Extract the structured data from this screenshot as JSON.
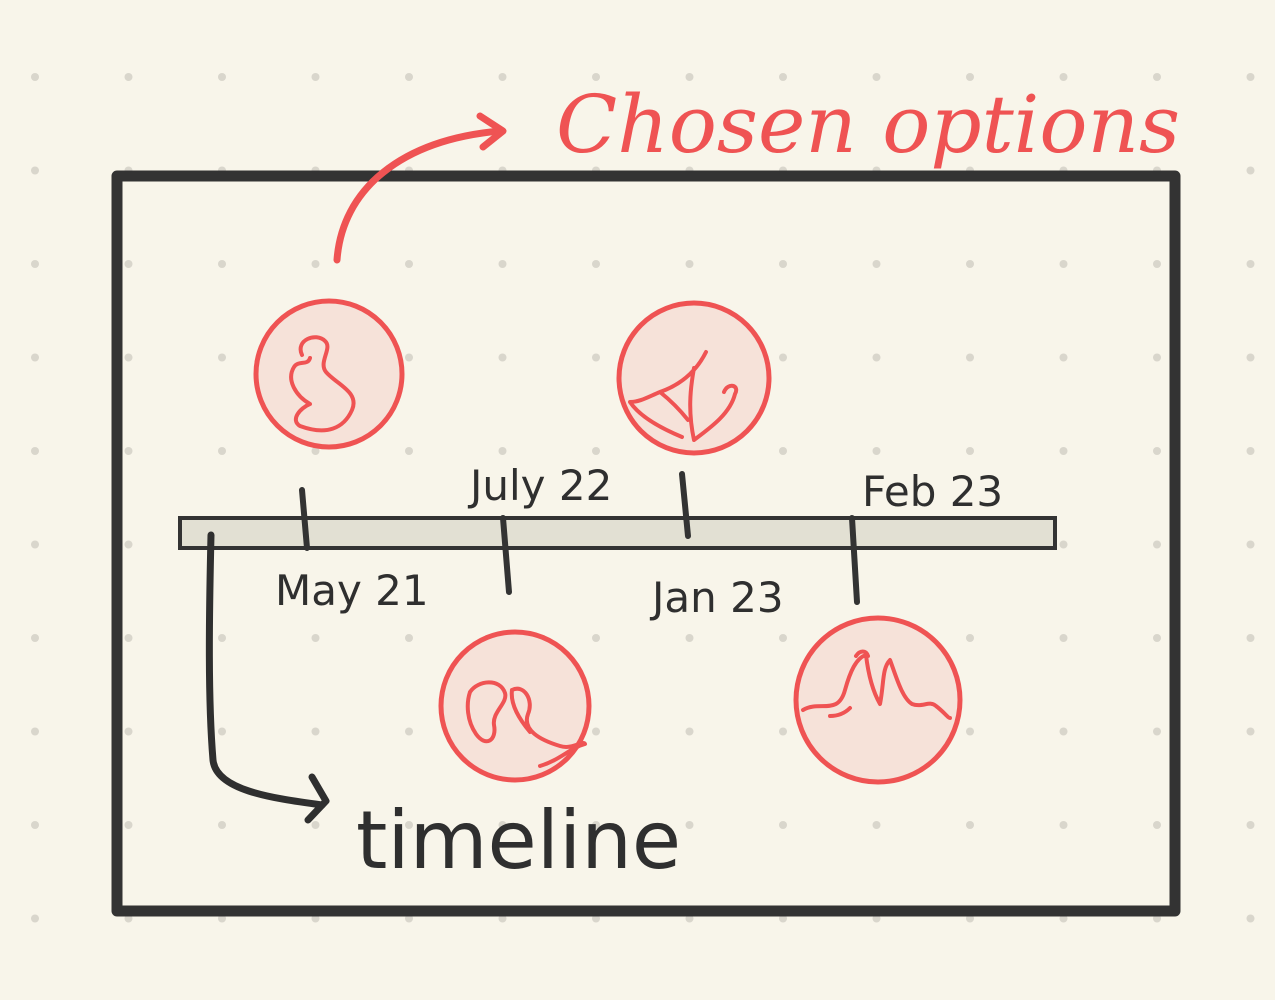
{
  "annotations": {
    "chosen_options": "Chosen options",
    "timeline": "timeline"
  },
  "timeline": {
    "ticks": [
      {
        "label": "May 21",
        "label_side": "below"
      },
      {
        "label": "July 22",
        "label_side": "above"
      },
      {
        "label": "Jan 23",
        "label_side": "below"
      },
      {
        "label": "Feb 23",
        "label_side": "above"
      }
    ]
  },
  "options": [
    {
      "shape": "scribble-figure",
      "side": "above"
    },
    {
      "shape": "scribble-bird",
      "side": "below"
    },
    {
      "shape": "scribble-sail",
      "side": "above"
    },
    {
      "shape": "scribble-hands",
      "side": "below"
    }
  ],
  "colors": {
    "background": "#f8f5ea",
    "grid_dot": "#d9d6cc",
    "frame": "#333333",
    "accent_red": "#ef5353",
    "circle_fill": "#f6e2d9",
    "bar_fill": "#e2e0d3",
    "ink": "#2f2f2f"
  }
}
